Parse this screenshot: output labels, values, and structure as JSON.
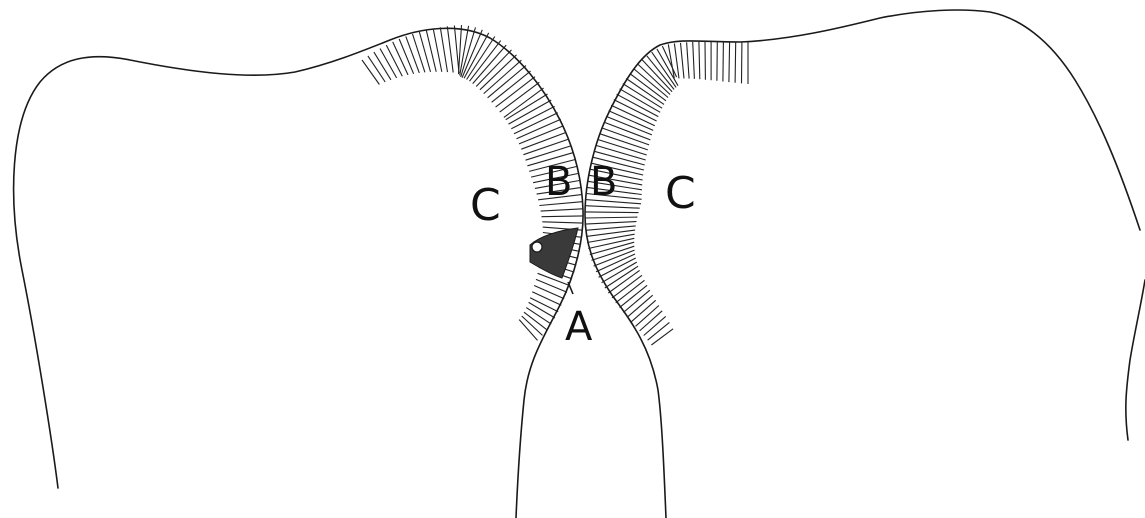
{
  "diagram": {
    "colors": {
      "line": "#1a1a1a",
      "lesion": "#3a3a3a",
      "background": "#ffffff"
    },
    "labels": {
      "c_left": "C",
      "b_left": "B",
      "b_right": "B",
      "c_right": "C",
      "a": "A"
    }
  }
}
